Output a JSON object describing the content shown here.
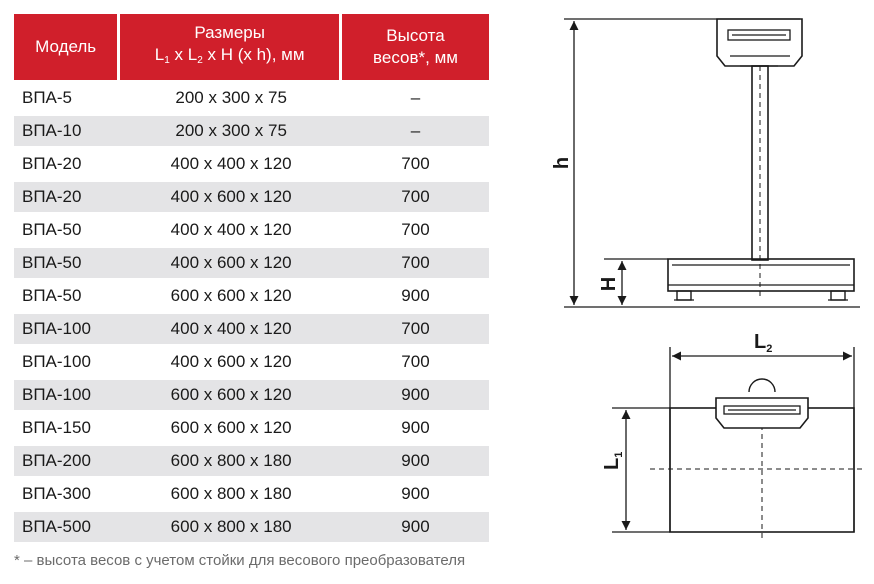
{
  "table": {
    "headers": {
      "model": "Модель",
      "dims_line1": "Размеры",
      "dims_L": "L",
      "dims_sub1": "1",
      "dims_mid": " x L",
      "dims_sub2": "2",
      "dims_tail": " x H (x h), мм",
      "height_line1": "Высота",
      "height_line2": "весов*, мм"
    },
    "rows": [
      {
        "model": "ВПА-5",
        "dims": "200 x 300 x 75",
        "height": "–"
      },
      {
        "model": "ВПА-10",
        "dims": "200 x 300 x 75",
        "height": "–"
      },
      {
        "model": "ВПА-20",
        "dims": "400 x 400 x 120",
        "height": "700"
      },
      {
        "model": "ВПА-20",
        "dims": "400 x 600 x 120",
        "height": "700"
      },
      {
        "model": "ВПА-50",
        "dims": "400 x 400 x 120",
        "height": "700"
      },
      {
        "model": "ВПА-50",
        "dims": "400 x 600 x 120",
        "height": "700"
      },
      {
        "model": "ВПА-50",
        "dims": "600 x 600 x 120",
        "height": "900"
      },
      {
        "model": "ВПА-100",
        "dims": "400 x 400 x 120",
        "height": "700"
      },
      {
        "model": "ВПА-100",
        "dims": "400 x 600 x 120",
        "height": "700"
      },
      {
        "model": "ВПА-100",
        "dims": "600 x 600 x 120",
        "height": "900"
      },
      {
        "model": "ВПА-150",
        "dims": "600 x 600 x 120",
        "height": "900"
      },
      {
        "model": "ВПА-200",
        "dims": "600 x 800 x 180",
        "height": "900"
      },
      {
        "model": "ВПА-300",
        "dims": "600 x 800 x 180",
        "height": "900"
      },
      {
        "model": "ВПА-500",
        "dims": "600 x 800 x 180",
        "height": "900"
      }
    ]
  },
  "footnote": "* – высота весов с учетом стойки для весового преобразователя",
  "drawing": {
    "label_h": "h",
    "label_H": "H",
    "label_L2": "L",
    "label_L2_sub": "2",
    "label_L1": "L",
    "label_L1_sub": "1"
  },
  "colors": {
    "header_bg": "#d01f2b",
    "row_alt": "#e4e4e6",
    "footnote": "#6b6b6b"
  }
}
